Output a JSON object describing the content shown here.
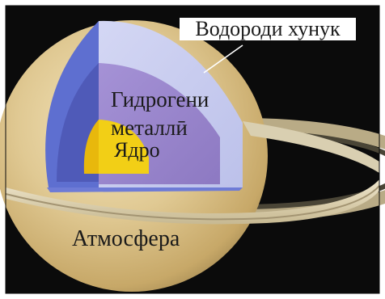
{
  "labels": {
    "hydrogen": "Водороди хунук",
    "metallic_line1": "Гидрогени",
    "metallic_line2": "металлӣ",
    "core": "Ядро",
    "atmosphere": "Атмосфера"
  },
  "colors": {
    "space": "#0b0b0b",
    "atmosphere": "#d8c08a",
    "outer_hydrogen_layer": "#c9cdf0",
    "metallic_hydrogen_layer": "#9a86cc",
    "core": "#f2cf16",
    "rings": "#d8cdae"
  }
}
